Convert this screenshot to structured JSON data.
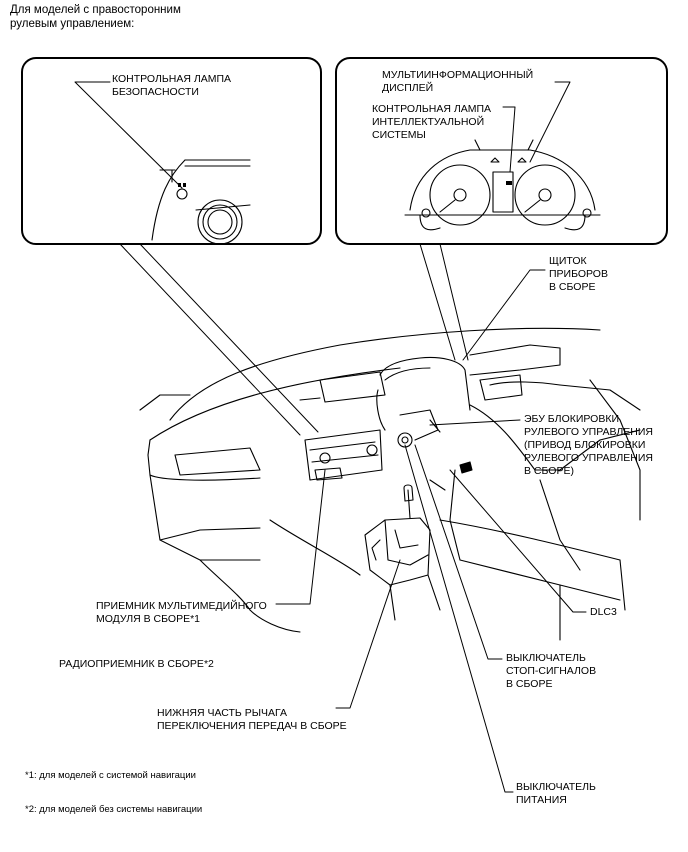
{
  "header": "Для моделей с правосторонним\nрулевым управлением:",
  "labels": {
    "security_lamp": "КОНТРОЛЬНАЯ ЛАМПА\nБЕЗОПАСНОСТИ",
    "multi_display": "МУЛЬТИИНФОРМАЦИОННЫЙ\nДИСПЛЕЙ",
    "smart_lamp": "КОНТРОЛЬНАЯ ЛАМПА\nИНТЕЛЛЕКТУАЛЬНОЙ\nСИСТЕМЫ",
    "combination_meter": "ЩИТОК\nПРИБОРОВ\nВ СБОРЕ",
    "steering_lock_ecu": "ЭБУ БЛОКИРОВКИ\nРУЛЕВОГО УПРАВЛЕНИЯ\n(ПРИВОД БЛОКИРОВКИ\nРУЛЕВОГО УПРАВЛЕНИЯ\nВ СБОРЕ)",
    "multimedia_receiver": "ПРИЕМНИК МУЛЬТИМЕДИЙНОГО\nМОДУЛЯ В СБОРЕ*1",
    "radio_receiver": "РАДИОПРИЕМНИК В СБОРЕ*2",
    "dlc3": "DLC3",
    "stop_light_switch": "ВЫКЛЮЧАТЕЛЬ\nСТОП-СИГНАЛОВ\nВ СБОРЕ",
    "shift_lever": "НИЖНЯЯ ЧАСТЬ РЫЧАГА\nПЕРЕКЛЮЧЕНИЯ ПЕРЕДАЧ В СБОРЕ",
    "power_switch": "ВЫКЛЮЧАТЕЛЬ\nПИТАНИЯ"
  },
  "notes": {
    "note1": "*1: для моделей с системой навигации",
    "note2": "*2: для моделей без системы навигации"
  }
}
